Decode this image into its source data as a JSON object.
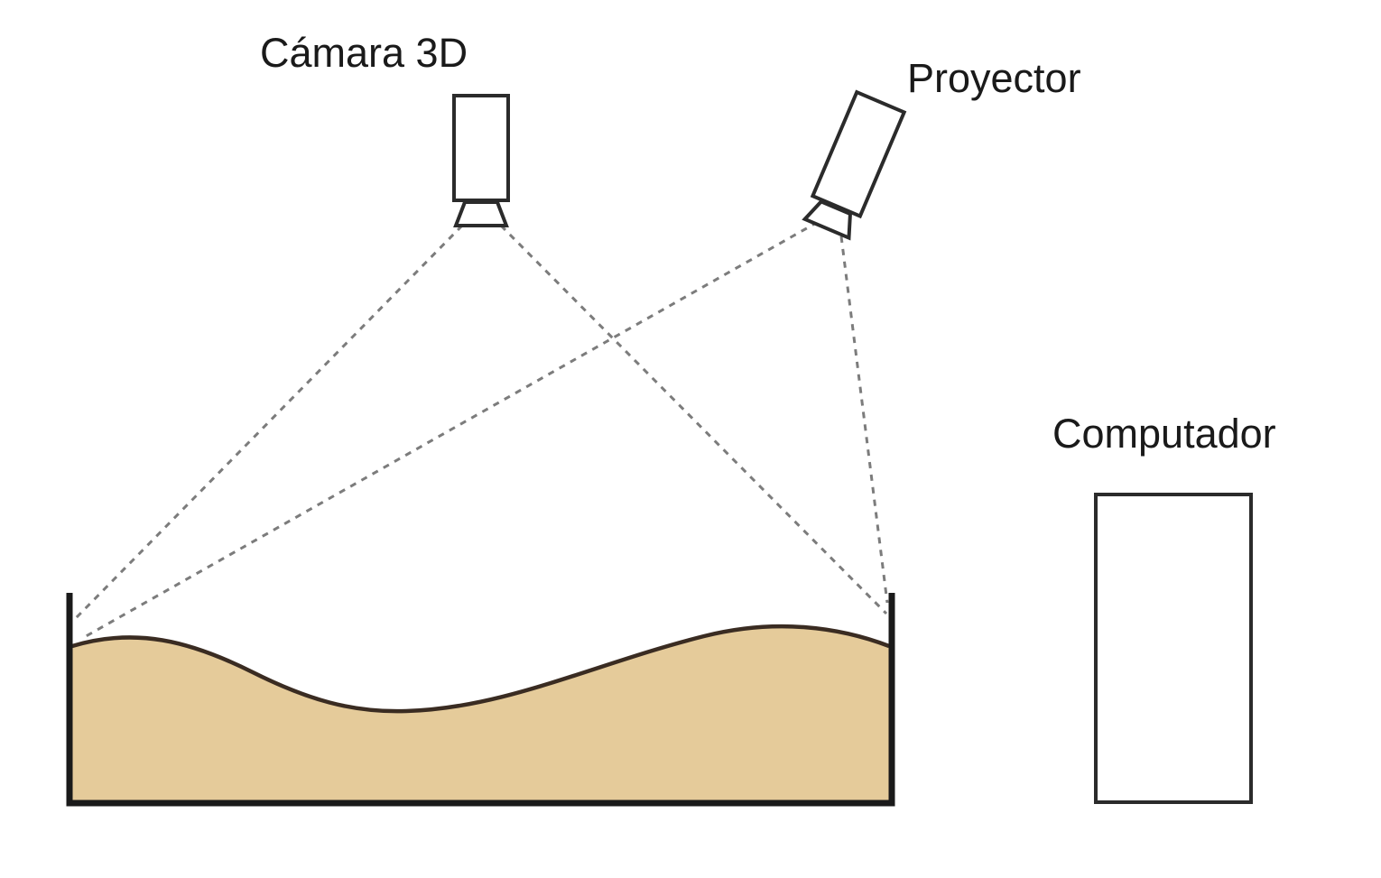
{
  "labels": {
    "camera": "Cámara 3D",
    "projector": "Proyector",
    "computer": "Computador"
  },
  "colors": {
    "background": "#ffffff",
    "text": "#1a1a1a",
    "outline": "#2b2b2b",
    "sand_fill": "#e5cb9a",
    "sand_edge": "#3a2c22",
    "beam": "#7c7c7c",
    "sandbox_wall": "#1a1a1a"
  },
  "icons": {
    "camera": "camera-icon",
    "projector": "projector-icon",
    "computer": "computer-tower-icon"
  }
}
